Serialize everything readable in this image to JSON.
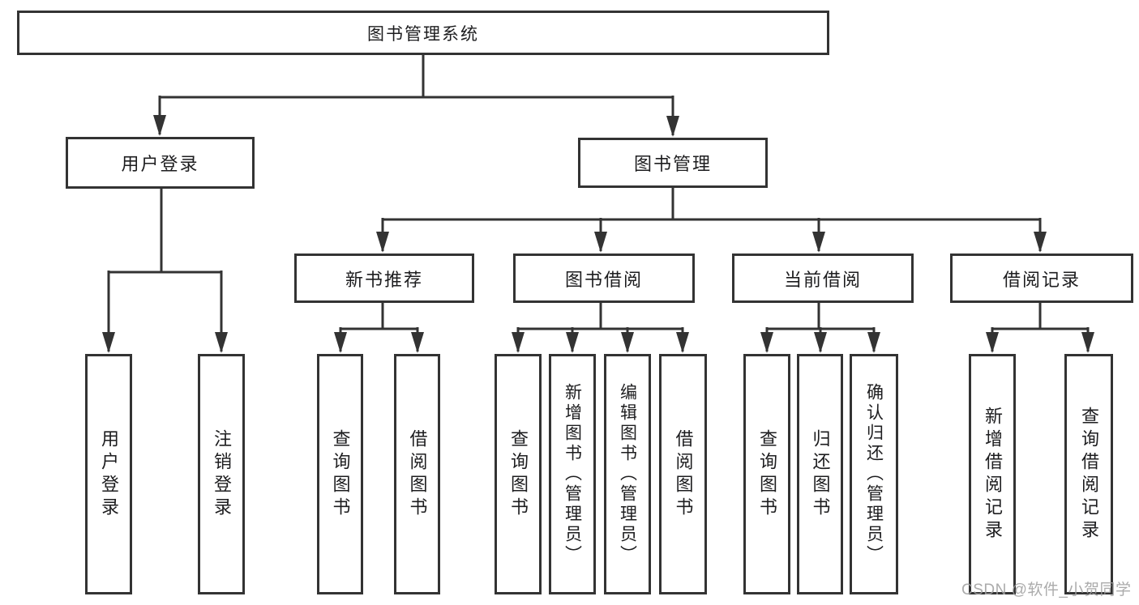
{
  "tree": {
    "root": {
      "label": "图书管理系统"
    },
    "branches": [
      {
        "label": "用户登录",
        "leaves": [
          "用户登录",
          "注销登录"
        ]
      },
      {
        "label": "图书管理",
        "sections": [
          {
            "label": "新书推荐",
            "leaves": [
              "查询图书",
              "借阅图书"
            ]
          },
          {
            "label": "图书借阅",
            "leaves": [
              "查询图书",
              "新增图书（管理员）",
              "编辑图书（管理员）",
              "借阅图书"
            ]
          },
          {
            "label": "当前借阅",
            "leaves": [
              "查询图书",
              "归还图书",
              "确认归还（管理员）"
            ]
          },
          {
            "label": "借阅记录",
            "leaves": [
              "新增借阅记录",
              "查询借阅记录"
            ]
          }
        ]
      }
    ]
  },
  "watermark": {
    "text": "CSDN @软件_小贺同学"
  },
  "colors": {
    "line": "#333333",
    "box_border": "#333333",
    "text": "#1d1d1f",
    "watermark": "#a0a0a0",
    "background": "#ffffff"
  }
}
